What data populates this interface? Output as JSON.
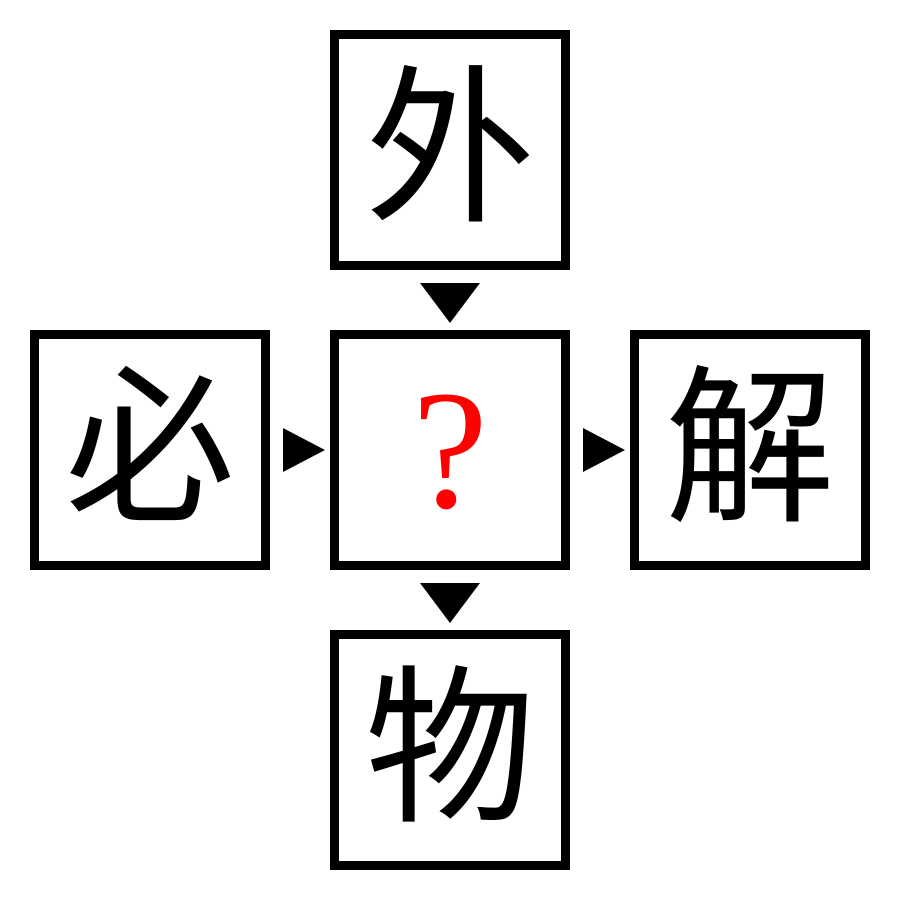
{
  "puzzle": {
    "top": "外",
    "left": "必",
    "center": "?",
    "right": "解",
    "bottom": "物"
  },
  "colors": {
    "border": "#000000",
    "text": "#000000",
    "question_mark": "#ff0000",
    "background": "#ffffff"
  },
  "icons": {
    "arrow_down": "triangle-down-icon",
    "arrow_right": "triangle-right-icon"
  }
}
